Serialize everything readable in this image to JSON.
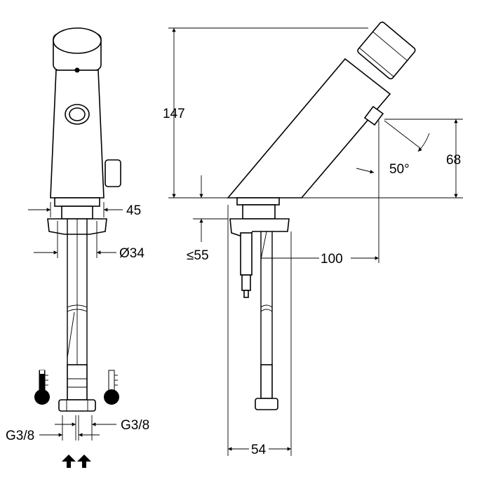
{
  "dimensions": {
    "height_total": "147",
    "spout_height": "68",
    "spout_angle": "50°",
    "base_width": "45",
    "hole_diameter": "Ø34",
    "max_deck_thickness": "≤55",
    "spout_reach": "100",
    "body_depth": "54",
    "connection_left": "G3/8",
    "connection_right": "G3/8"
  },
  "symbols": {
    "hot": "thermometer-hot-icon",
    "cold": "thermometer-cold-icon",
    "inlet": "flow-arrows-icon"
  }
}
